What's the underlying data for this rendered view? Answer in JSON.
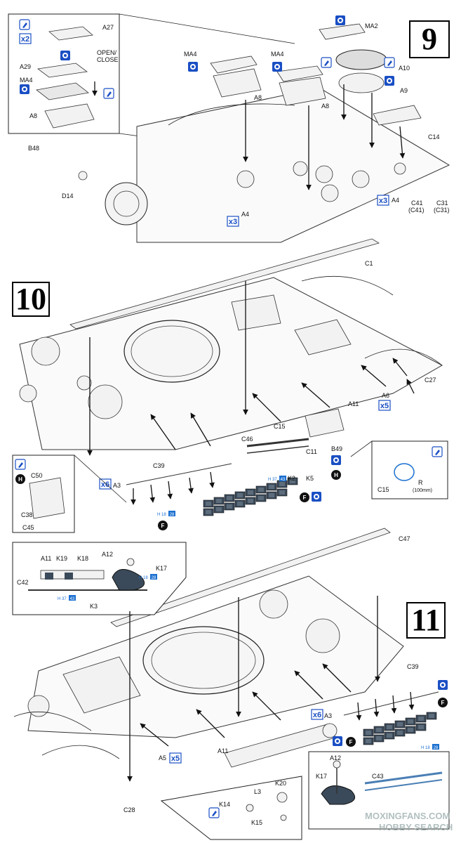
{
  "steps": {
    "s9": "9",
    "s10": "10",
    "s11": "11"
  },
  "labels": {
    "a27": "A27",
    "open_close_1": "OPEN/",
    "open_close_2": "CLOSE",
    "a29": "A29",
    "ma4_inset": "MA4",
    "a8_inset": "A8",
    "ma4_a": "MA4",
    "ma4_b": "MA4",
    "a8_a": "A8",
    "a8_b": "A8",
    "ma2": "MA2",
    "a10": "A10",
    "a9": "A9",
    "b48": "B48",
    "d14": "D14",
    "a4_a": "A4",
    "a4_b": "A4",
    "c14": "C14",
    "c41": "C41",
    "c41p": "(C41)",
    "c31": "C31",
    "c31p": "(C31)",
    "c1": "C1",
    "c27": "C27",
    "a11_s10": "A11",
    "a6": "A6",
    "c15_s10": "C15",
    "c46": "C46",
    "c11": "C11",
    "b49": "B49",
    "k2": "K2",
    "k5": "K5",
    "c39_s10": "C39",
    "a3_s10": "A3",
    "c50": "C50",
    "c38": "C38",
    "c45": "C45",
    "c15_inset": "C15",
    "r_label": "R",
    "r_val": "(100mm)",
    "c47": "C47",
    "a11_inset": "A11",
    "k19": "K19",
    "k18": "K18",
    "a12": "A12",
    "k17": "K17",
    "c42": "C42",
    "k3": "K3",
    "c39_s11": "C39",
    "a3_s11": "A3",
    "a5": "A5",
    "a11_s11": "A11",
    "c28": "C28",
    "k14": "K14",
    "l3": "L3",
    "k20": "K20",
    "k15": "K15",
    "a12_b": "A12",
    "k17_b": "K17",
    "c43": "C43"
  },
  "badges": {
    "x2": "x2",
    "x3_a": "x3",
    "x3_b": "x3",
    "x5_a": "x5",
    "x6_a": "x6",
    "x6_b": "x6",
    "x5_b": "x5"
  },
  "paint_refs": {
    "h37_a": "H 37",
    "n43_a": "43",
    "h18_a": "H 18",
    "n28_a": "28",
    "h18_b": "H 18",
    "n28_b": "28",
    "h37_b": "H 37",
    "n43_b": "43",
    "h18_c": "H 18",
    "n28_c": "28"
  },
  "circle_letters": {
    "h": "H",
    "f": "F"
  },
  "watermark": {
    "line1": "MOXINGFANS.COM",
    "line2": "HOBBY SEARCH"
  },
  "colors": {
    "badge_blue": "#1a4fc4",
    "paint_blue": "#1a6fd0",
    "track": "#3a4a5a"
  }
}
